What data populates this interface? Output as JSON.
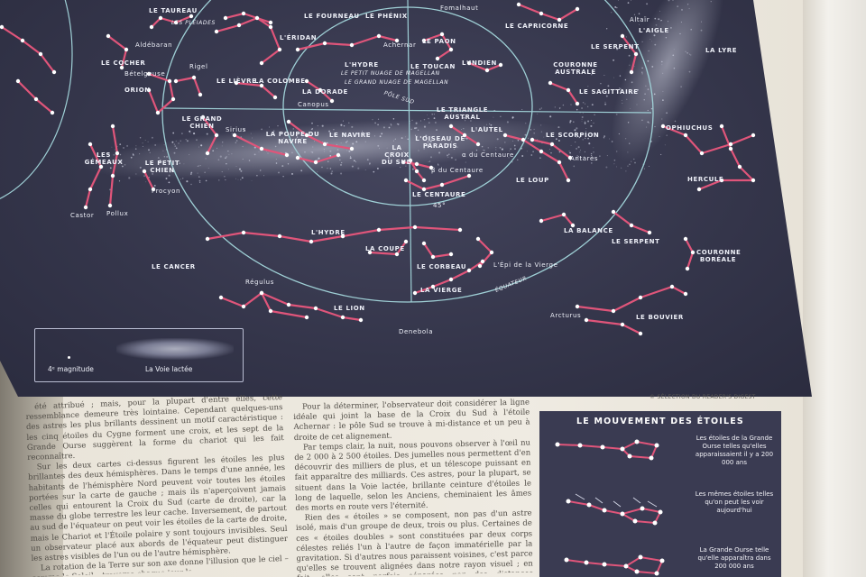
{
  "chart_labels": {
    "taureau": "LE TAUREAU",
    "pleiades": "LES PLÉIADES",
    "aldebaran": "Aldébaran",
    "fourneau": "LE FOURNEAU",
    "phenix": "LE PHÉNIX",
    "fomalhaut": "Fomalhaut",
    "capricorne": "LE CAPRICORNE",
    "altair": "Altaïr",
    "aigle": "L'AIGLE",
    "eridan": "L'ÉRIDAN",
    "achernar": "Achernar",
    "paon": "LE PAON",
    "serpent_top": "LE SERPENT",
    "lyre": "LA LYRE",
    "cocher": "LE COCHER",
    "rigel": "Rigel",
    "hydre_m": "L'HYDRE",
    "toucan": "LE TOUCAN",
    "indien": "L'INDIEN",
    "couronne_australe": "COURONNE AUSTRALE",
    "betelgeuse": "Bételgeuse",
    "lievre": "LE LIÈVRE",
    "colombe": "LA COLOMBE",
    "petit_nuage": "LE PETIT NUAGE DE MAGELLAN",
    "grand_nuage": "LE GRAND NUAGE DE MAGELLAN",
    "orion": "ORION",
    "dorade": "LA DORADE",
    "sagittaire": "LE SAGITTAIRE",
    "pole_sud": "PÔLE SUD",
    "canopus": "Canopus",
    "triangle_austral": "LE TRIANGLE AUSTRAL",
    "grand_chien": "LE GRAND CHIEN",
    "sirius": "Sirius",
    "poupe": "LA POUPE DU NAVIRE",
    "navire": "LE NAVIRE",
    "autel": "L'AUTEL",
    "scorpion": "LE SCORPION",
    "ophiuchus": "OPHIUCHUS",
    "oiseau_paradis": "L'OISEAU DE PARADIS",
    "croix_sud": "LA CROIX DU SUD",
    "alpha_centaure": "α du Centaure",
    "beta_centaure": "β du Centaure",
    "antares": "Antarès",
    "gemeaux": "LES GÉMEAUX",
    "petit_chien": "LE PETIT CHIEN",
    "procyon": "Procyon",
    "loup": "LE LOUP",
    "hercule": "HERCULE",
    "centaure": "LE CENTAURE",
    "castor": "Castor",
    "pollux": "Pollux",
    "lat": "45°",
    "hydre": "L'HYDRE",
    "balance": "LA BALANCE",
    "serpent": "LE SERPENT",
    "coupe": "LA COUPE",
    "couronne_boreale": "COURONNE BORÉALE",
    "cancer": "LE CANCER",
    "corbeau": "LE CORBEAU",
    "epi": "L'Épi de la Vierge",
    "regulus": "Régulus",
    "vierge": "LA VIERGE",
    "equateur": "ÉQUATEUR",
    "lion": "LE LION",
    "arcturus": "Arcturus",
    "bouvier": "LE BOUVIER",
    "denebola": "Denebola"
  },
  "legend": {
    "magnitude": "4ᵉ magnitude",
    "milky_way": "La Voie lactée"
  },
  "copyright": "© SÉLECTION DU READER'S DIGEST",
  "column1": [
    "été attribué ; mais, pour la plupart d'entre elles, cette ressemblance demeure très lointaine. Cependant quelques-uns des astres les plus brillants dessinent un motif caractéristique : les cinq étoiles du Cygne forment une croix, et les sept de la Grande Ourse suggèrent la forme du chariot qui les fait reconnaître.",
    "Sur les deux cartes ci-dessus figurent les étoiles les plus brillantes des deux hémisphères. Dans le temps d'une année, les habitants de l'hémisphère Nord peuvent voir toutes les étoiles portées sur la carte de gauche ; mais ils n'aperçoivent jamais celles qui entourent la Croix du Sud (carte de droite), car la masse du globe terrestre les leur cache. Inversement, de partout au sud de l'équateur on peut voir les étoiles de la carte de droite, mais le Chariot et l'Étoile polaire y sont toujours invisibles. Seul un observateur placé aux abords de l'équateur peut distinguer les astres visibles de l'un ou de l'autre hémisphère.",
    "La rotation de la Terre sur son axe donne l'illusion que le ciel – comme le Soleil – traverse chaque jour la"
  ],
  "column2": [
    "Pour la déterminer, l'observateur doit considérer la ligne idéale qui joint la base de la Croix du Sud à l'étoile Achernar : le pôle Sud se trouve à mi-distance et un peu à droite de cet alignement.",
    "Par temps clair, la nuit, nous pouvons observer à l'œil nu de 2 000 à 2 500 étoiles. Des jumelles nous permettent d'en découvrir des milliers de plus, et un télescope puissant en fait apparaître des milliards. Ces astres, pour la plupart, se situent dans la Voie lactée, brillante ceinture d'étoiles le long de laquelle, selon les Anciens, cheminaient les âmes des morts en route vers l'éternité.",
    "Rien des « étoiles » se composent, non pas d'un astre isolé, mais d'un groupe de deux, trois ou plus. Certaines de ces « étoiles doubles » sont constituées par deux corps célestes reliés l'un à l'autre de façon immatérielle par la gravitation. Si d'autres nous paraissent voisines, c'est parce qu'elles se trouvent alignées dans notre rayon visuel ; en fait, elles sont parfois séparées par des distances proprement astronomiques."
  ],
  "box": {
    "title": "LE MOUVEMENT DES ÉTOILES",
    "caption1": "Les étoiles de la Grande Ourse telles qu'elles apparaissaient il y a 200 000 ans",
    "caption2": "Les mêmes étoiles telles qu'on peut les voir aujourd'hui",
    "caption3": "La Grande Ourse telle qu'elle apparaîtra dans 200 000 ans"
  },
  "colors": {
    "sky": "#34354a",
    "grid": "#9fd0d6",
    "constellation": "#e0557a",
    "label": "#eef0f8",
    "paper": "#efebe2",
    "ink": "#4f4b45"
  }
}
